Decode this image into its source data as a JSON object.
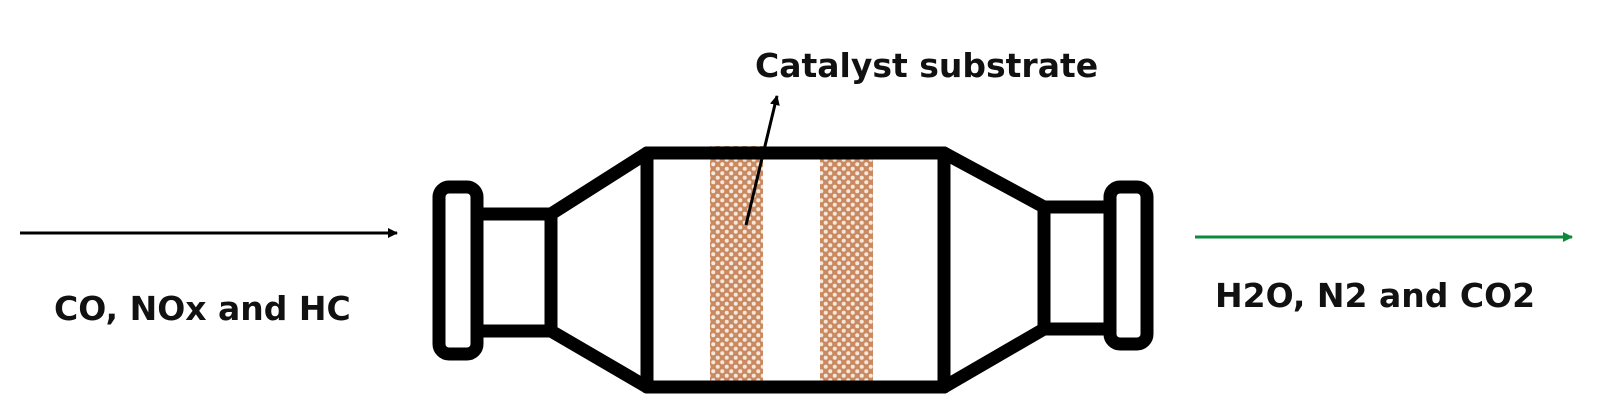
{
  "labels": {
    "catalyst": "Catalyst substrate",
    "input": "CO, NOx and HC",
    "output": "H2O, N2 and CO2"
  },
  "colors": {
    "outline": "#000000",
    "substrate": "#c98a62",
    "substrate_holes": "#f6e7dc",
    "output_arrow": "#0b8a3c",
    "input_arrow": "#000000",
    "text": "#111111"
  }
}
